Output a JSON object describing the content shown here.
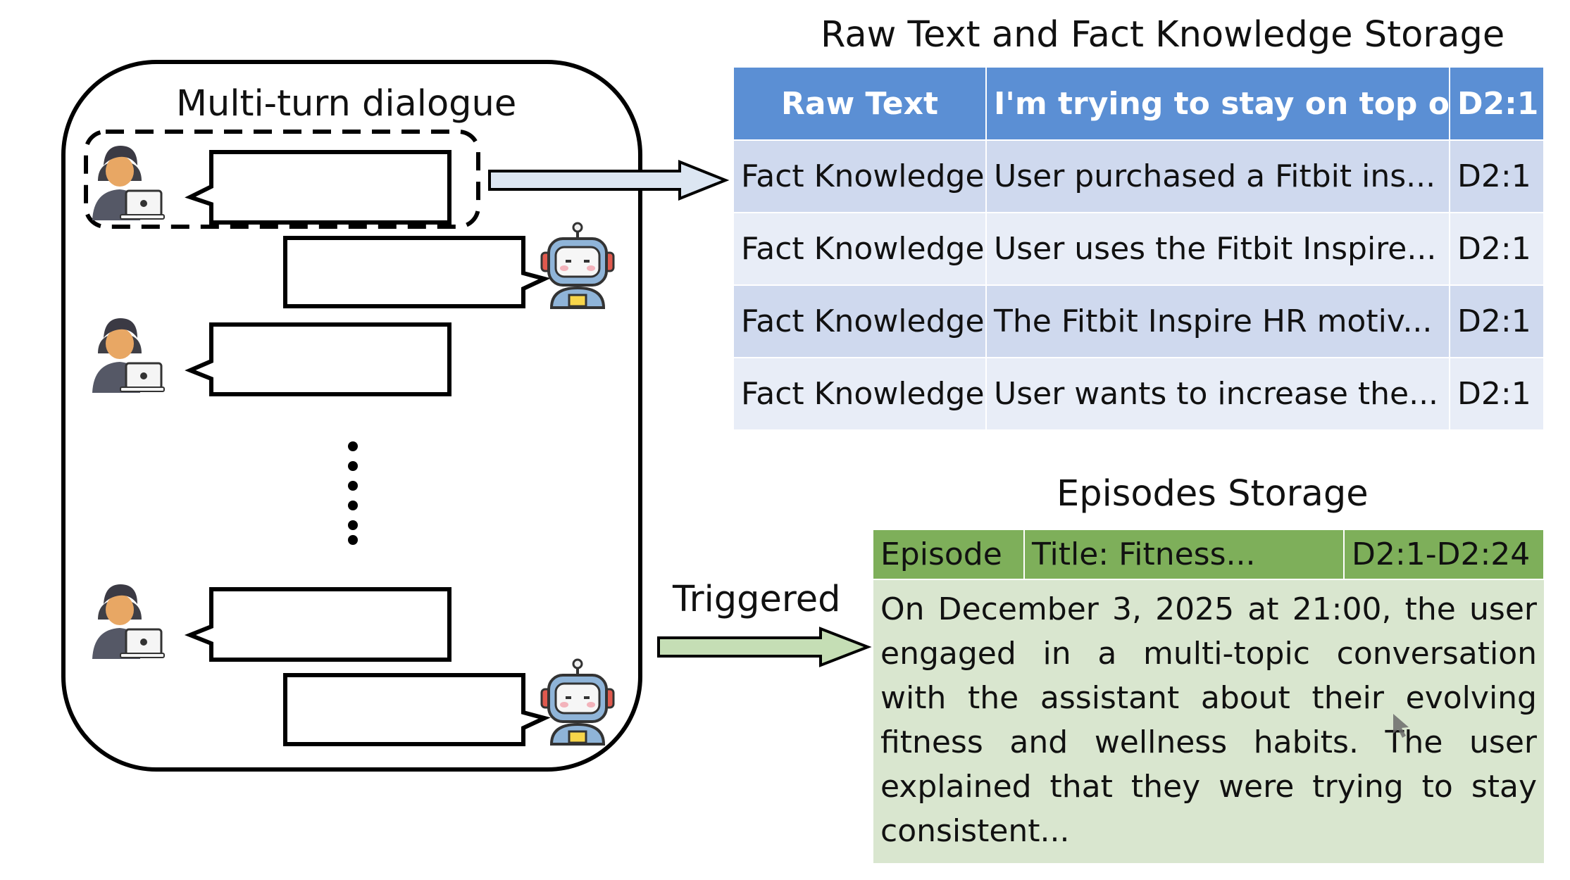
{
  "dialogue": {
    "title": "Multi-turn dialogue",
    "turns": [
      {
        "speaker": "user",
        "icon": "user-laptop-icon",
        "highlighted": true
      },
      {
        "speaker": "assistant",
        "icon": "robot-icon"
      },
      {
        "speaker": "user",
        "icon": "user-laptop-icon"
      },
      {
        "speaker": "user",
        "icon": "user-laptop-icon"
      },
      {
        "speaker": "assistant",
        "icon": "robot-icon"
      }
    ]
  },
  "fact_storage": {
    "title": "Raw Text and Fact Knowledge Storage",
    "rows": [
      {
        "type": "Raw Text",
        "content": "I'm trying to stay on top of...",
        "ref": "D2:1"
      },
      {
        "type": "Fact Knowledge",
        "content": "User purchased a Fitbit ins...",
        "ref": "D2:1"
      },
      {
        "type": "Fact Knowledge",
        "content": "User uses the Fitbit Inspire...",
        "ref": "D2:1"
      },
      {
        "type": "Fact Knowledge",
        "content": "The Fitbit Inspire HR motiv...",
        "ref": "D2:1"
      },
      {
        "type": "Fact Knowledge",
        "content": "User wants to increase the...",
        "ref": "D2:1"
      }
    ]
  },
  "episode_storage": {
    "title": "Episodes Storage",
    "trigger_label": "Triggered",
    "header": {
      "type": "Episode",
      "title": "Title: Fitness...",
      "range": "D2:1-D2:24"
    },
    "body": "On December 3, 2025 at 21:00, the user engaged in a multi-topic conversation with the assistant about their evolving fitness and wellness habits. The user explained that they were trying to stay consistent..."
  },
  "colors": {
    "raw_text_header": "#5b8fd4",
    "fact_row_dark": "#cfd9ee",
    "fact_row_light": "#e8edf7",
    "episode_header": "#7eaf5a",
    "episode_body": "#d9e6cf",
    "arrow_blue_fill": "#dce6f2",
    "arrow_green_fill": "#c5deb5"
  }
}
